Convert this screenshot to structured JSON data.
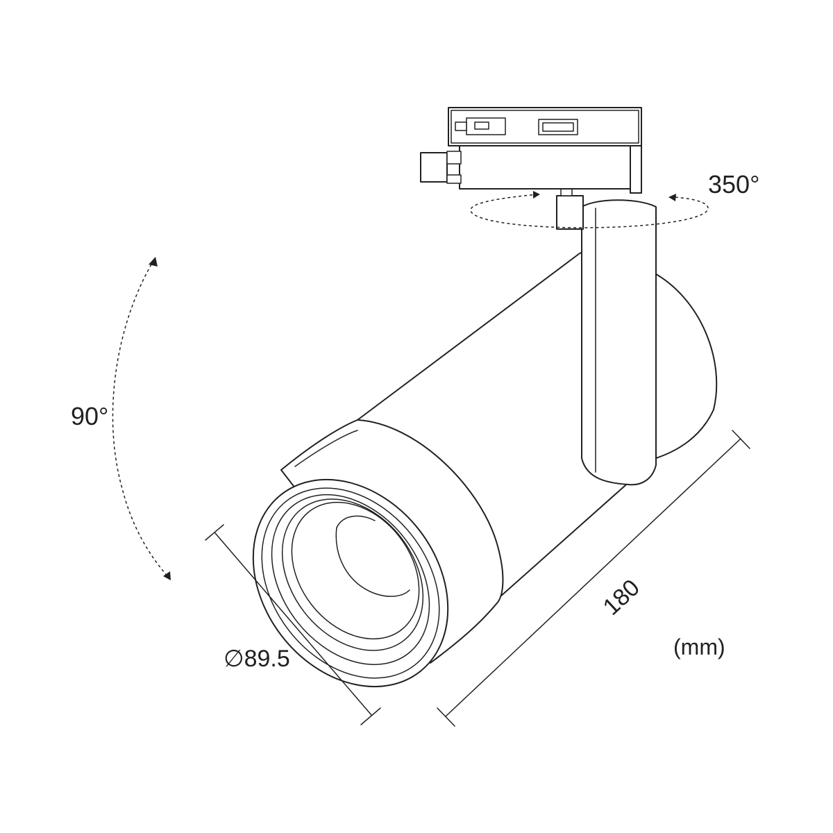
{
  "annotations": {
    "tilt_angle": "90°",
    "rotation_angle": "350°",
    "diameter": "∅89.5",
    "length": "180",
    "unit": "(mm)"
  },
  "colors": {
    "line": "#231f20",
    "background": "#ffffff"
  }
}
